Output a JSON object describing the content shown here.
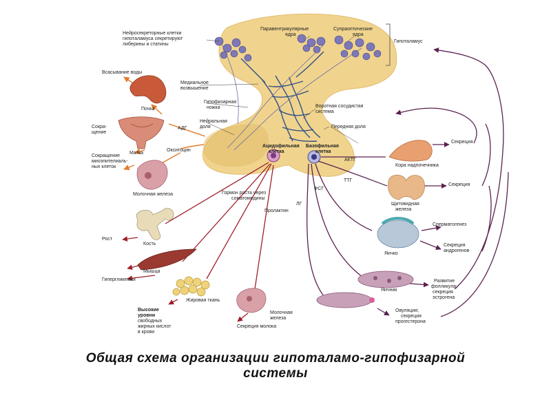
{
  "labels": {
    "neurosecretory": [
      "Нейросекреторные клетки",
      "гипоталамуса секретируют",
      "либерины и статины"
    ],
    "paraventricular": [
      "Паравентрикулярные",
      "ядра"
    ],
    "supraoptic": [
      "Супраоптические",
      "ядра"
    ],
    "hypothalamus": "Гипоталамус",
    "water_absorption": "Всасывание воды",
    "median_eminence": [
      "Медиальное",
      "возвышение"
    ],
    "kidney": "Почка",
    "pituitary_stalk": [
      "Гипофизарная",
      "ножка"
    ],
    "portal_system": [
      "Воротная сосудистая",
      "система"
    ],
    "adh": "АДГ",
    "contraction": [
      "Сокра-",
      "щение"
    ],
    "neural_lobe": [
      "Нейральная",
      "доля"
    ],
    "anterior_lobe": "Передняя доля",
    "uterus": "Матка",
    "oxytocin": "Окситоцин",
    "myoepithelial": [
      "Сокращение",
      "миоэпителиаль-",
      "ных клеток"
    ],
    "acidophil": [
      "Ацидофильная",
      "клетка"
    ],
    "basophil": [
      "Базофильная",
      "клетка"
    ],
    "acth": "АКТГ",
    "secretion": "Секреция",
    "adrenal_cortex": "Кора надпочечника",
    "mammary_gland": "Молочная железа",
    "growth_hormone": [
      "Гормон роста через",
      "соматомедины"
    ],
    "tsh": "ТТГ",
    "fsh": "ФСГ",
    "lh": "ЛГ",
    "thyroid": [
      "Щитовидная",
      "железа"
    ],
    "prolactin": "Пролактин",
    "spermatogenesis": "Сперматогенез",
    "bone": "Кость",
    "growth": "Рост",
    "androgen_secretion": [
      "Секреция",
      "андрогенов"
    ],
    "testis": "Яичко",
    "muscle": "Мышца",
    "hyperglycemia": "Гипергликемия",
    "ovary": "Яичник",
    "follicle": [
      "Развитие",
      "фолликула;",
      "секреция",
      "эстрогена"
    ],
    "adipose": "Жировая ткань",
    "high_levels": [
      "Высокие",
      "уровни"
    ],
    "free_fatty": [
      "свободных",
      "жирных кислот",
      "в крови"
    ],
    "mammary_gland_2": [
      "Молочная",
      "железа"
    ],
    "milk_secretion": "Секреция молока",
    "ovulation": [
      "Овуляция;",
      "секреция",
      "прогестерона"
    ]
  },
  "caption_lines": [
    "Общая схема организации гипоталамо-гипофизарной",
    "системы"
  ],
  "colors": {
    "tissue": "#f0d48e",
    "tissue_dark": "#e2bc6a",
    "nucleus": "#7d78b8",
    "vessel": "#2f4f86",
    "orange_arrow": "#e07a2a",
    "red_line": "#9e1f2a",
    "purple_line": "#5a2150",
    "kidney": "#c85a3a",
    "uterus": "#d98c78",
    "mammary": "#d9a0a8",
    "bone": "#e8dcb8",
    "muscle": "#9a3a30",
    "fat": "#efd27a",
    "adrenal": "#e8a070",
    "thyroid": "#e8b888",
    "testis": "#b8c8d8",
    "ovary": "#c8a0b8"
  }
}
